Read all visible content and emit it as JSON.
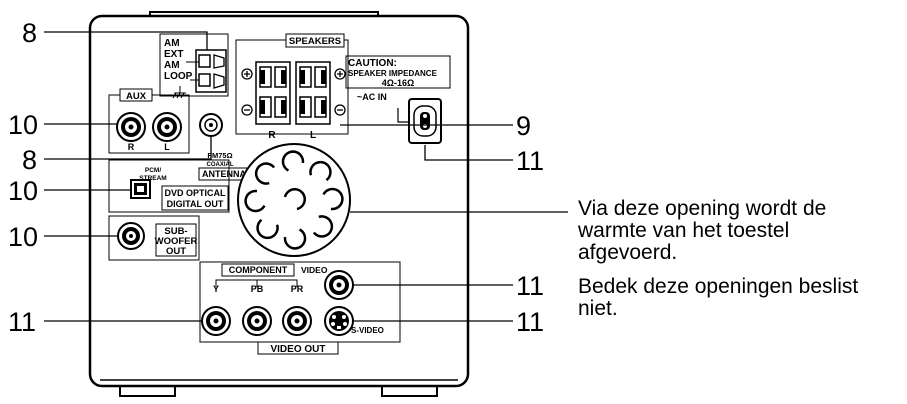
{
  "callouts": {
    "am_antenna": "8",
    "fm_antenna": "8",
    "aux": "10",
    "optical": "10",
    "subwoofer": "10",
    "speakers": "9",
    "ac_in": "11",
    "video": "11",
    "s_video": "11",
    "component": "11"
  },
  "labels": {
    "am_ext_l1": "AM",
    "am_ext_l2": "EXT",
    "am_loop_l1": "AM",
    "am_loop_l2": "LOOP",
    "speakers": "SPEAKERS",
    "caution_l1": "CAUTION:",
    "caution_l2": "SPEAKER IMPEDANCE",
    "caution_l3": "4Ω-16Ω",
    "ac_in": "~AC IN",
    "aux": "AUX",
    "aux_r": "R",
    "aux_l": "L",
    "spk_r": "R",
    "spk_l": "L",
    "fm_l1": "FM75Ω",
    "fm_l2": "COAXIAL",
    "antenna": "ANTENNA",
    "pcm_l1": "PCM/",
    "pcm_l2": "STREAM",
    "optical_l1": "DVD OPTICAL",
    "optical_l2": "DIGITAL OUT",
    "sub_l1": "SUB-",
    "sub_l2": "WOOFER",
    "sub_l3": "OUT",
    "component": "COMPONENT",
    "video": "VIDEO",
    "comp_y": "Y",
    "comp_pb": "PB",
    "comp_pr": "PR",
    "s_video": "S-VIDEO",
    "video_out": "VIDEO OUT"
  },
  "description": {
    "line1": "Via deze opening wordt de",
    "line2": "warmte van het toestel",
    "line3": "afgevoerd.",
    "line4": "Bedek deze openingen beslist",
    "line5": "niet."
  }
}
